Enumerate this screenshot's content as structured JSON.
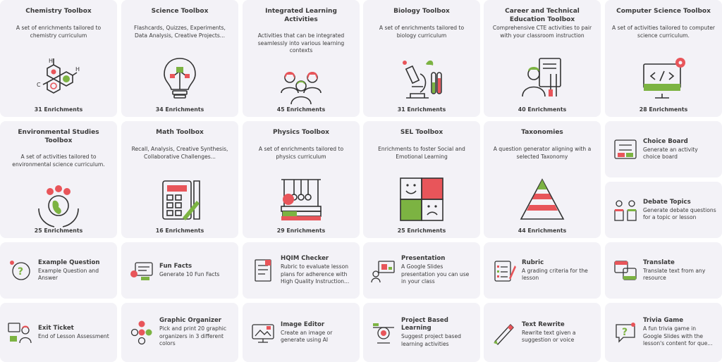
{
  "colors": {
    "card_bg": "#f3f2f7",
    "accent_red": "#e8555a",
    "accent_green": "#7cb342",
    "stroke": "#333333"
  },
  "big_cards": [
    {
      "title": "Chemistry Toolbox",
      "desc": "A set of enrichments tailored to chemistry curriculum",
      "count": "31 Enrichments",
      "icon": "chemistry-molecule-icon"
    },
    {
      "title": "Science Toolbox",
      "desc": "Flashcards, Quizzes, Experiments, Data Analysis, Creative Projects...",
      "count": "34 Enrichments",
      "icon": "lightbulb-circuit-icon"
    },
    {
      "title": "Integrated Learning Activities",
      "desc": "Activities that can be integrated seamlessly into various learning contexts",
      "count": "45 Enrichments",
      "icon": "people-group-icon"
    },
    {
      "title": "Biology Toolbox",
      "desc": "A set of enrichments tailored to biology curriculum",
      "count": "31 Enrichments",
      "icon": "microscope-icon"
    },
    {
      "title": "Career and Technical Education Toolbox",
      "desc": "Comprehensive CTE activities to pair with your classroom instruction",
      "count": "40 Enrichments",
      "icon": "technician-tools-icon"
    },
    {
      "title": "Computer Science Toolbox",
      "desc": "A set of activities tailored to computer science curriculum.",
      "count": "28 Enrichments",
      "icon": "computer-code-icon"
    },
    {
      "title": "Environmental Studies Toolbox",
      "desc": "A set of activities tailored to environmental science curriculum.",
      "count": "25 Enrichments",
      "icon": "hands-globe-icon"
    },
    {
      "title": "Math Toolbox",
      "desc": "Recall, Analysis, Creative Synthesis, Collaborative Challenges...",
      "count": "16 Enrichments",
      "icon": "calculator-ruler-icon"
    },
    {
      "title": "Physics Toolbox",
      "desc": "A set of enrichments tailored to physics curriculum",
      "count": "29 Enrichments",
      "icon": "newtons-cradle-icon"
    },
    {
      "title": "SEL Toolbox",
      "desc": "Enrichments to foster Social and Emotional Learning",
      "count": "25 Enrichments",
      "icon": "puzzle-faces-icon"
    },
    {
      "title": "Taxonomies",
      "desc": "A question generator aligning with a selected Taxonomy",
      "count": "44 Enrichments",
      "icon": "pyramid-icon"
    }
  ],
  "small_cards": [
    {
      "title": "Choice Board",
      "desc": "Generate an activity choice board",
      "icon": "choice-board-icon"
    },
    {
      "title": "Debate Topics",
      "desc": "Generate debate questions for a topic or lesson",
      "icon": "debate-podium-icon"
    },
    {
      "title": "Example Question",
      "desc": "Example Question and Answer",
      "icon": "question-bubble-icon"
    },
    {
      "title": "Fun Facts",
      "desc": "Generate 10 Fun Facts",
      "icon": "fun-facts-icon"
    },
    {
      "title": "HQIM Checker",
      "desc": "Rubric to evaluate lesson plans for adherence with High Quality Instruction...",
      "icon": "document-check-icon"
    },
    {
      "title": "Presentation",
      "desc": "A Google Slides presentation you can use in your class",
      "icon": "presentation-board-icon"
    },
    {
      "title": "Rubric",
      "desc": "A grading criteria for the lesson",
      "icon": "rubric-clipboard-icon"
    },
    {
      "title": "Translate",
      "desc": "Translate text from any resource",
      "icon": "translate-icon"
    },
    {
      "title": "Exit Ticket",
      "desc": "End of Lesson Assessment",
      "icon": "exit-ticket-icon"
    },
    {
      "title": "Graphic Organizer",
      "desc": "Pick and print 20 graphic organizers in 3 different colors",
      "icon": "graphic-organizer-icon"
    },
    {
      "title": "Image Editor",
      "desc": "Create an image or generate using AI",
      "icon": "image-editor-icon"
    },
    {
      "title": "Project Based Learning",
      "desc": "Suggest project based learning activities",
      "icon": "project-gear-icon"
    },
    {
      "title": "Text Rewrite",
      "desc": "Rewrite text given a suggestion or voice",
      "icon": "pen-rewrite-icon"
    },
    {
      "title": "Trivia Game",
      "desc": "A fun trivia game in Google Slides with the lesson's content for que...",
      "icon": "trivia-bubble-icon"
    }
  ]
}
